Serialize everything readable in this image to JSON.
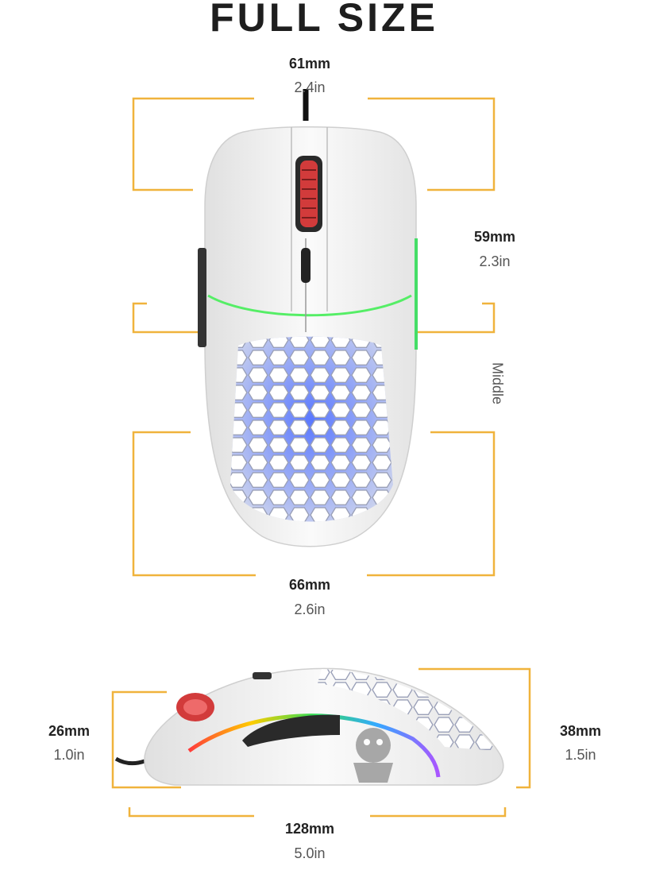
{
  "title": "FULL SIZE",
  "colors": {
    "bracket": "#f0b33c",
    "text_dark": "#222222",
    "text_light": "#555555",
    "shell": "#f2f2f2",
    "wheel": "#cc3333"
  },
  "top_view": {
    "width": {
      "mm": "61mm",
      "in": "2.4in"
    },
    "length": {
      "mm": "59mm",
      "in": "2.3in"
    },
    "grip_label": "Middle",
    "base_width": {
      "mm": "66mm",
      "in": "2.6in"
    }
  },
  "side_view": {
    "front_height": {
      "mm": "26mm",
      "in": "1.0in"
    },
    "rear_height": {
      "mm": "38mm",
      "in": "1.5in"
    },
    "length": {
      "mm": "128mm",
      "in": "5.0in"
    }
  }
}
